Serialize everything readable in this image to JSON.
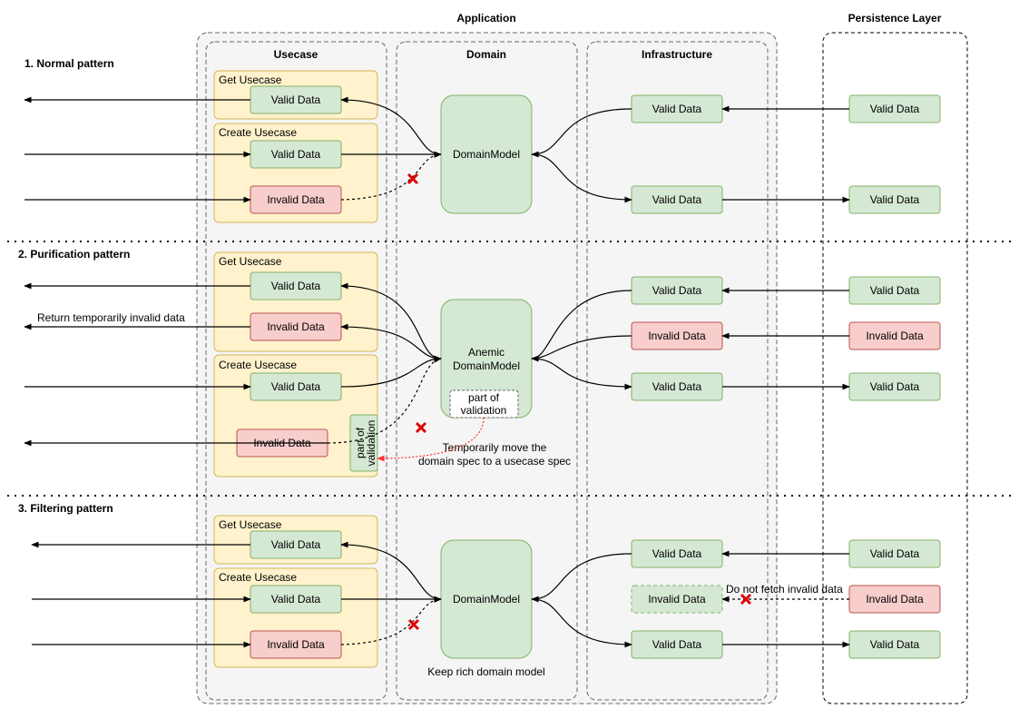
{
  "headers": {
    "application": "Application",
    "persistence": "Persistence Layer",
    "usecase": "Usecase",
    "domain": "Domain",
    "infrastructure": "Infrastructure"
  },
  "patterns": [
    {
      "title": "1. Normal pattern",
      "get_usecase": "Get Usecase",
      "create_usecase": "Create Usecase",
      "uc_get_valid": "Valid Data",
      "uc_create_valid": "Valid Data",
      "uc_create_invalid": "Invalid Data",
      "domain_model": "DomainModel",
      "infra_valid_1": "Valid Data",
      "infra_valid_2": "Valid Data",
      "persist_valid_1": "Valid Data",
      "persist_valid_2": "Valid Data"
    },
    {
      "title": "2. Purification pattern",
      "get_usecase": "Get Usecase",
      "create_usecase": "Create Usecase",
      "uc_get_valid": "Valid Data",
      "uc_get_invalid": "Invalid Data",
      "return_note": "Return temporarily invalid data",
      "uc_create_valid": "Valid Data",
      "uc_create_invalid": "Invalid Data",
      "part_validation_uc": "part of validation",
      "domain_model_1": "Anemic",
      "domain_model_2": "DomainModel",
      "part_validation_dm_1": "part of",
      "part_validation_dm_2": "validation",
      "move_note_1": "Temporarily move the",
      "move_note_2": "domain spec to a usecase spec",
      "infra_valid_1": "Valid Data",
      "infra_invalid": "Invalid Data",
      "infra_valid_2": "Valid Data",
      "persist_valid_1": "Valid Data",
      "persist_invalid": "Invalid Data",
      "persist_valid_2": "Valid Data"
    },
    {
      "title": "3. Filtering pattern",
      "get_usecase": "Get Usecase",
      "create_usecase": "Create Usecase",
      "uc_get_valid": "Valid Data",
      "uc_create_valid": "Valid Data",
      "uc_create_invalid": "Invalid Data",
      "domain_model": "DomainModel",
      "keep_note": "Keep rich domain model",
      "infra_valid_1": "Valid Data",
      "infra_invalid": "Invalid Data",
      "infra_valid_2": "Valid Data",
      "fetch_note": "Do not fetch invalid data",
      "persist_valid_1": "Valid Data",
      "persist_invalid": "Invalid Data",
      "persist_valid_2": "Valid Data"
    }
  ]
}
